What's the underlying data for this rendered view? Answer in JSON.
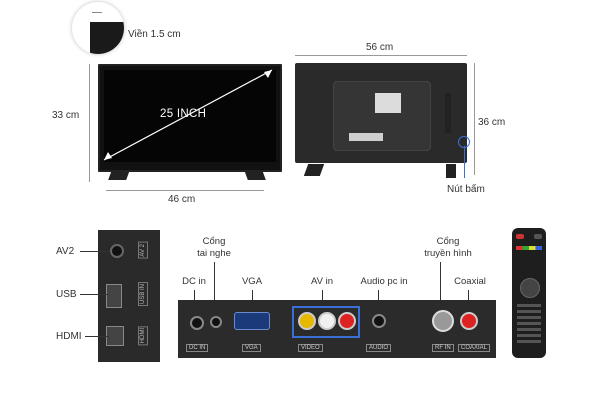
{
  "bezel": {
    "label": "Viền 1.5 cm"
  },
  "front": {
    "diag": "25 INCH",
    "height": "33 cm",
    "width": "46 cm"
  },
  "back": {
    "width": "56 cm",
    "height": "36 cm",
    "button_label": "Nút bấm"
  },
  "side_ports": [
    {
      "label": "AV2",
      "print": "AV 2"
    },
    {
      "label": "USB",
      "print": "USB IN"
    },
    {
      "label": "HDMI",
      "print": "HDMI"
    }
  ],
  "rear_ports": {
    "headphone": "Cổng\ntai nghe",
    "dc": "DC in",
    "vga": "VGA",
    "av": "AV in",
    "audio_pc": "Audio pc in",
    "antenna": "Cổng\ntruyền hình",
    "coaxial": "Coaxial"
  },
  "panel_prints": [
    "DC IN",
    "VGA",
    "VIDEO",
    "AUDIO",
    "RF IN",
    "COAXIAL"
  ],
  "colors": {
    "tv_body": "#111111",
    "panel": "#2b2b2b",
    "port_highlight": "#3a6fd8",
    "callout": "#333333"
  }
}
